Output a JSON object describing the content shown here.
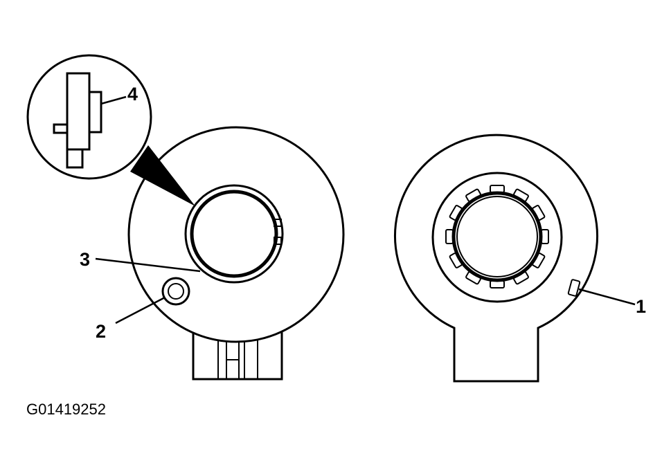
{
  "callouts": {
    "one": "1",
    "two": "2",
    "three": "3",
    "four": "4"
  },
  "figure_id": "G01419252",
  "colors": {
    "line": "#000000",
    "fill": "#ffffff"
  }
}
